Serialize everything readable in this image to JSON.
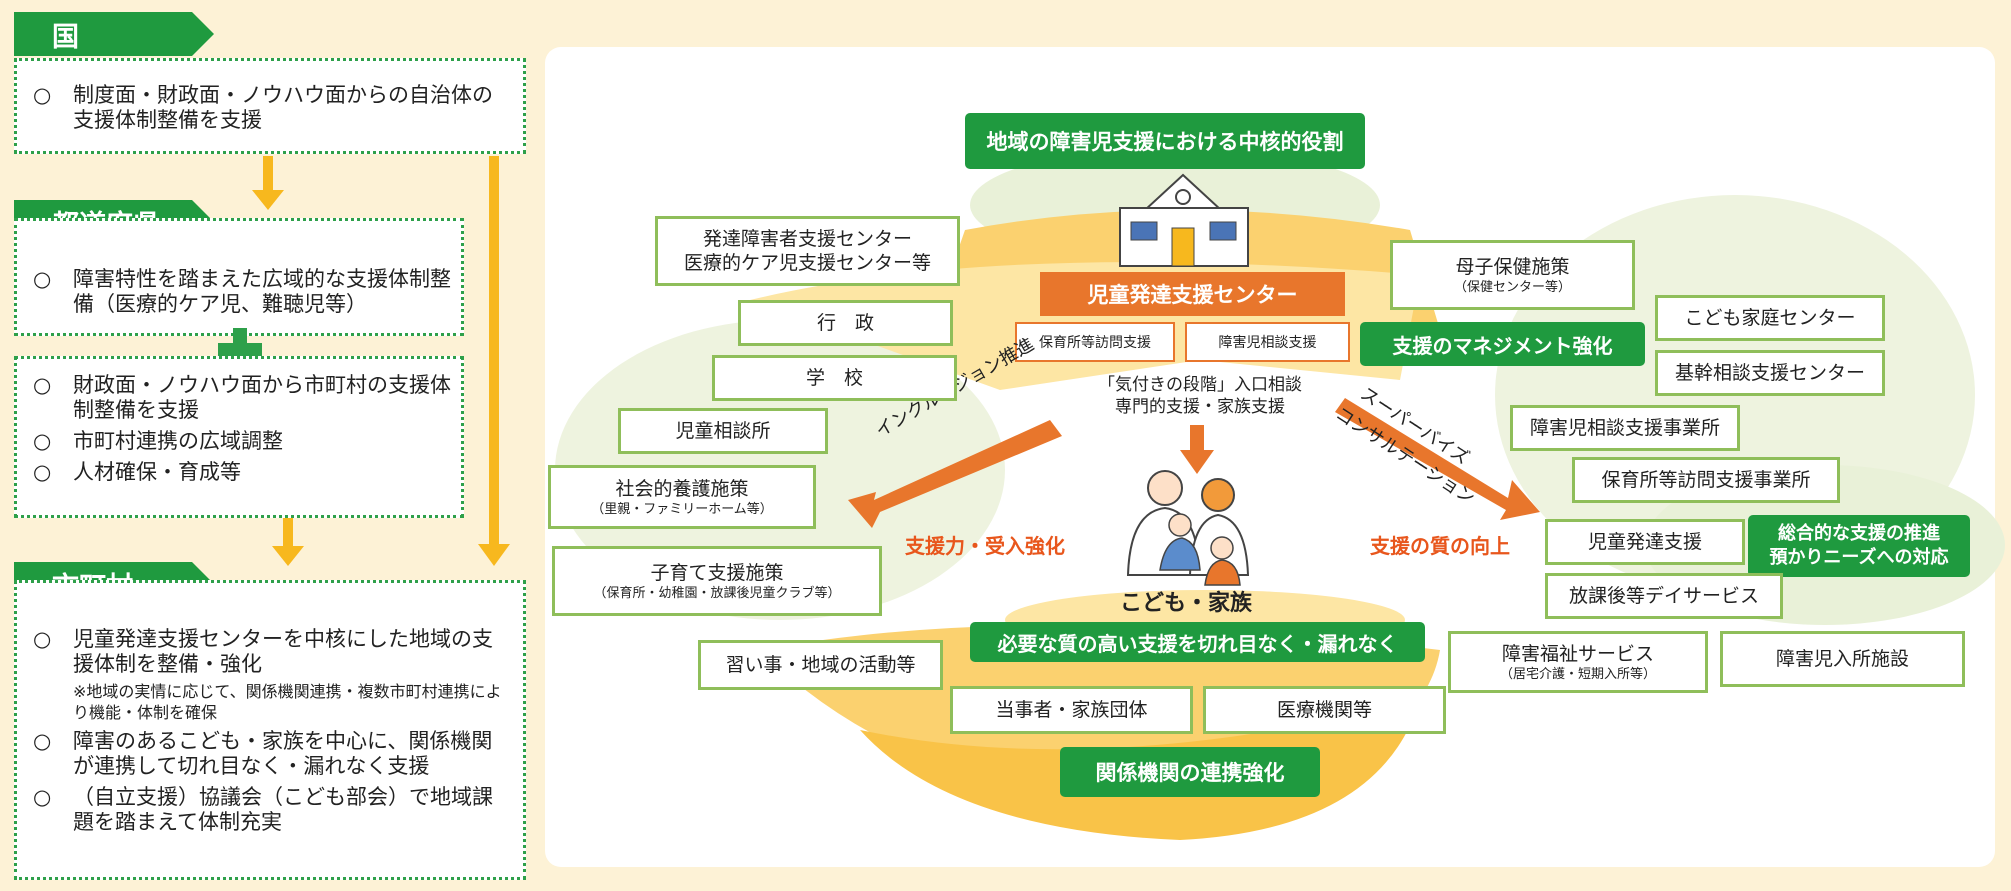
{
  "left": {
    "kuni": {
      "tag": "国",
      "items": [
        "○",
        "制度面・財政面・ノウハウ面からの自治体の支援体制整備を支援"
      ]
    },
    "todofuken": {
      "tag": "都道府県",
      "box1": [
        "○",
        "障害特性を踏まえた広域的な支援体制整備（医療的ケア児、難聴児等）"
      ],
      "box2": [
        {
          "mark": "○",
          "text": "財政面・ノウハウ面から市町村の支援体制整備を支援"
        },
        {
          "mark": "○",
          "text": "市町村連携の広域調整"
        },
        {
          "mark": "○",
          "text": "人材確保・育成等"
        }
      ]
    },
    "shichoson": {
      "tag": "市町村",
      "items": [
        {
          "mark": "○",
          "text": "児童発達支援センターを中核にした地域の支援体制を整備・強化"
        },
        {
          "note": "※地域の実情に応じて、関係機関連携・複数市町村連携により機能・体制を確保"
        },
        {
          "mark": "○",
          "text": "障害のあるこども・家族を中心に、関係機関が連携して切れ目なく・漏れなく支援"
        },
        {
          "mark": "○",
          "text": "（自立支援）協議会（こども部会）で地域課題を踏まえて体制充実"
        }
      ]
    }
  },
  "diagram": {
    "top_banner": "地域の障害児支援における中核的役割",
    "center_title": "児童発達支援センター",
    "center_sub1": "保育所等訪問支援",
    "center_sub2": "障害児相談支援",
    "center_desc1": "「気付きの段階」入口相談",
    "center_desc2": "専門的支援・家族支援",
    "arrow_left_label": "インクルージョン推進",
    "arrow_right_label1": "スーパーバイズ",
    "arrow_right_label2": "コンサルテーション",
    "left_result": "支援力・受入強化",
    "right_result": "支援の質の向上",
    "family_label": "こども・家族",
    "family_banner": "必要な質の高い支援を切れ目なく・漏れなく",
    "bottom_banner": "関係機関の連携強化",
    "mgmt_banner": "支援のマネジメント強化",
    "comp_banner1": "総合的な支援の推進",
    "comp_banner2": "預かりニーズへの対応",
    "boxes": {
      "hattatsu": [
        "発達障害者支援センター",
        "医療的ケア児支援センター等"
      ],
      "gyosei": "行　政",
      "gakko": "学　校",
      "jido_sodan": "児童相談所",
      "shakai": [
        "社会的養護施策",
        "（里親・ファミリーホーム等）"
      ],
      "kosodate": [
        "子育て支援施策",
        "（保育所・幼稚園・放課後児童クラブ等）"
      ],
      "naraigoto": "習い事・地域の活動等",
      "tojisha": "当事者・家族団体",
      "iryo": "医療機関等",
      "boshi": [
        "母子保健施策",
        "（保健センター等）"
      ],
      "kodomo_katei": "こども家庭センター",
      "kikan_sodan": "基幹相談支援センター",
      "shogaiji_sodan_jigyo": "障害児相談支援事業所",
      "hoikusho_jigyo": "保育所等訪問支援事業所",
      "jido_hattatsu": "児童発達支援",
      "hokago": "放課後等デイサービス",
      "fukushi": [
        "障害福祉サービス",
        "（居宅介護・短期入所等）"
      ],
      "nyusho": "障害児入所施設"
    }
  },
  "colors": {
    "green": "#1f9a3f",
    "orange_arrow": "#e8762c",
    "orange_text": "#e8561c",
    "yellow": "#f7b81e",
    "box_border": "#8fbe5a",
    "bg": "#fdf2d6"
  }
}
